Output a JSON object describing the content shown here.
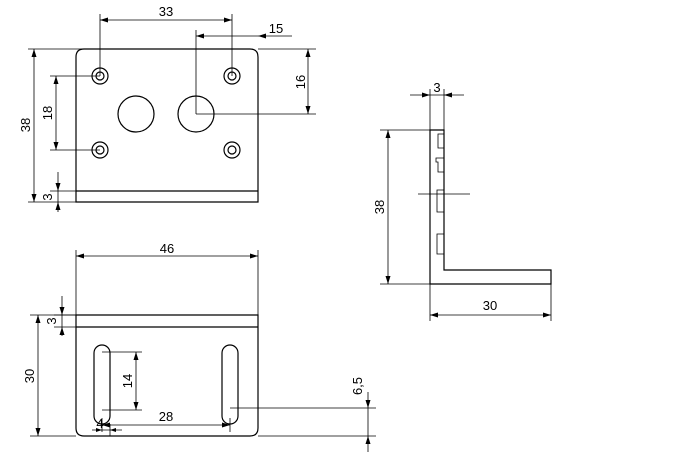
{
  "drawing": {
    "front_view": {
      "dimensions": {
        "hole_spacing_horizontal": "33",
        "hole_offset_right": "15",
        "hole_offset_vertical": "16",
        "plate_height": "38",
        "hole_spacing_vertical": "18",
        "flange_thickness": "3"
      }
    },
    "side_view": {
      "dimensions": {
        "thickness": "3",
        "height": "38",
        "leg_length": "30"
      }
    },
    "bottom_view": {
      "dimensions": {
        "width": "46",
        "flange_thickness": "3",
        "depth": "30",
        "slot_length": "14",
        "slot_spacing": "28",
        "slot_offset": "4",
        "slot_width": "6,5"
      }
    }
  }
}
